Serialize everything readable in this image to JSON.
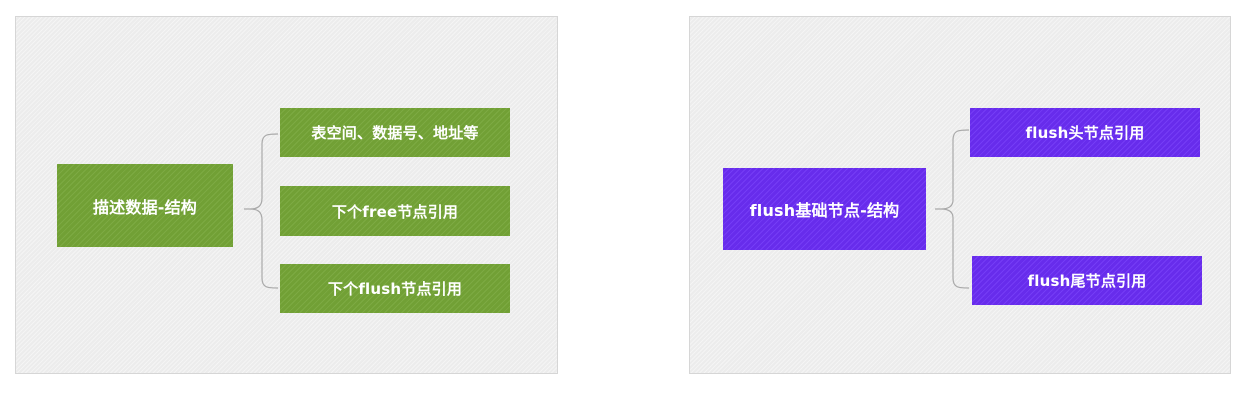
{
  "diagrams": [
    {
      "root": "描述数据-结构",
      "children": [
        "表空间、数据号、地址等",
        "下个free节点引用",
        "下个flush节点引用"
      ],
      "color": "#75a537"
    },
    {
      "root": "flush基础节点-结构",
      "children": [
        "flush头节点引用",
        "flush尾节点引用"
      ],
      "color": "#6b2ef5"
    }
  ]
}
